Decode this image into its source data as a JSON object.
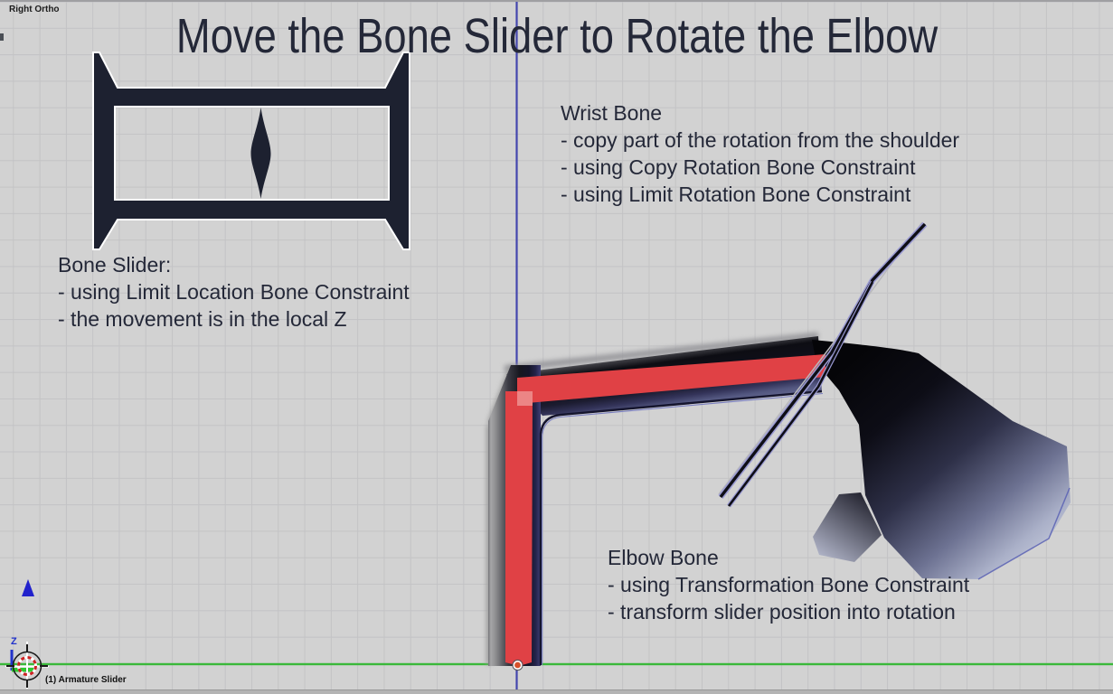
{
  "viewport": {
    "view_label": "Right Ortho",
    "title": "Move the Bone Slider to Rotate the Elbow",
    "object_label": "(1) Armature Slider"
  },
  "annotations": {
    "wrist": {
      "heading": "Wrist Bone",
      "lines": [
        "- copy part of the rotation from the shoulder",
        "- using Copy Rotation Bone Constraint",
        "- using Limit Rotation Bone Constraint"
      ]
    },
    "slider": {
      "heading": "Bone Slider:",
      "lines": [
        "- using Limit Location Bone Constraint",
        "- the movement is in the local Z"
      ]
    },
    "elbow": {
      "heading": "Elbow Bone",
      "lines": [
        "- using Transformation Bone Constraint",
        "- transform slider position into rotation"
      ]
    }
  },
  "axis": {
    "z_label": "Z"
  },
  "colors": {
    "background": "#d2d2d2",
    "grid_line": "#c3c3c5",
    "selected_bone_red": "#e04145",
    "bone_overlap_pink": "#ec8585",
    "armature_dark_navy": "#14141e",
    "axis_z_blue": "#4446ae",
    "axis_y_green": "#3ab83a",
    "annotation_text": "#242838",
    "cursor_red": "#cc2222",
    "cone_blue": "#2222cc"
  }
}
